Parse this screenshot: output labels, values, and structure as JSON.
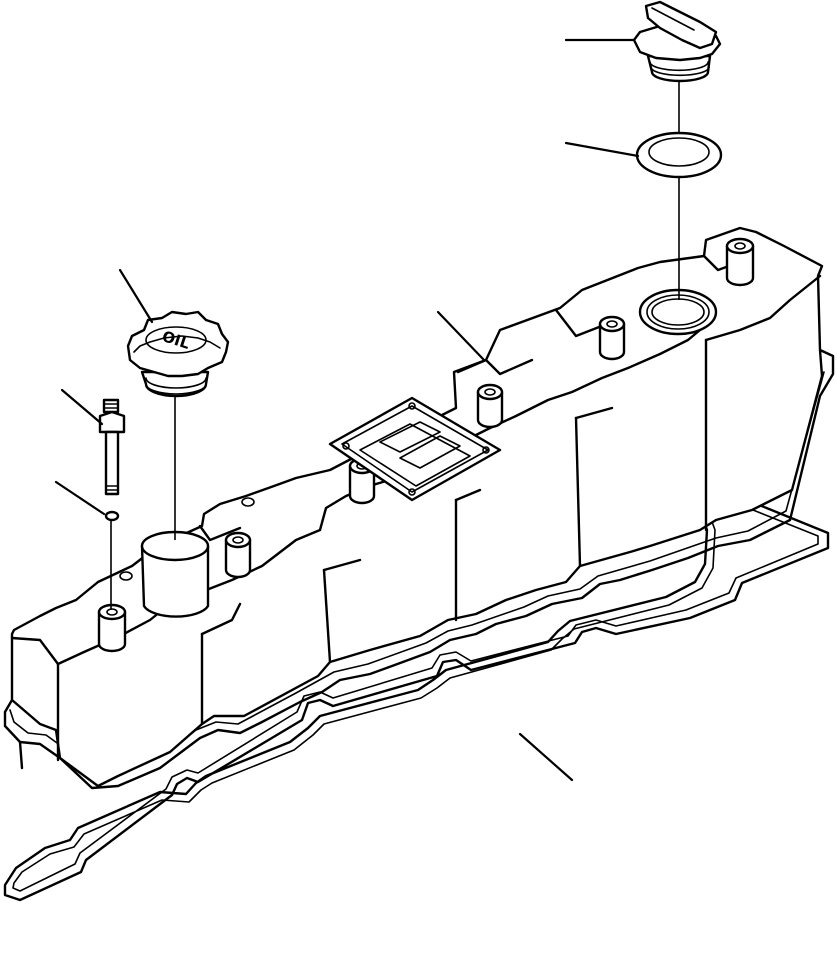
{
  "diagram": {
    "cap_label": "OIL",
    "colors": {
      "line": "#000000",
      "background": "#ffffff"
    },
    "parts": [
      "oil-filler-cap",
      "breather-cap",
      "breather-seal-ring",
      "valve-cover",
      "valve-cover-gasket",
      "stud-bolt",
      "stud-washer",
      "inspection-plate"
    ]
  }
}
